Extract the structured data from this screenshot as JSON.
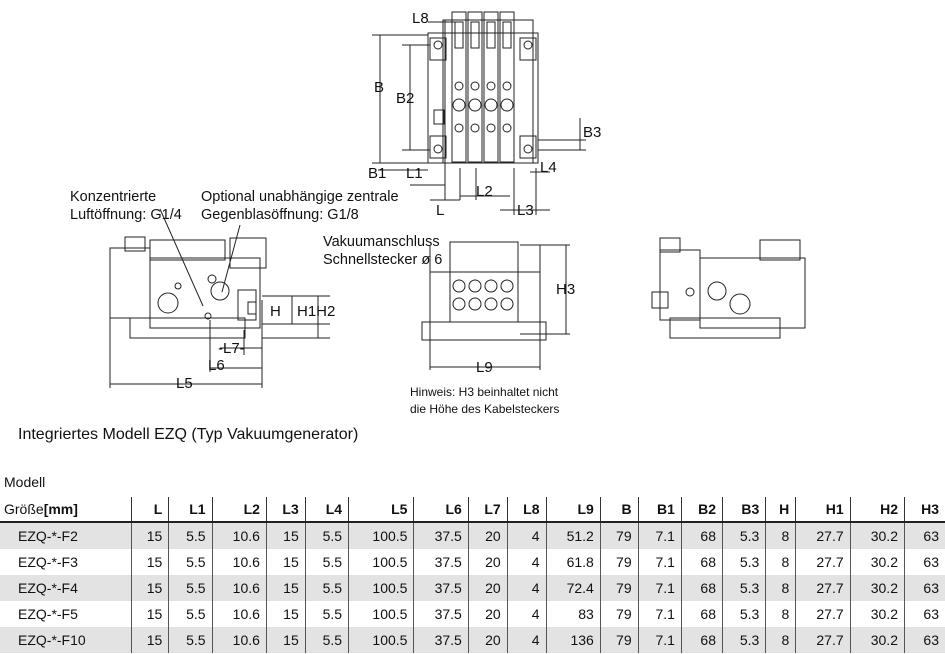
{
  "drawing": {
    "dims": {
      "L8": "L8",
      "B": "B",
      "B2": "B2",
      "B1": "B1",
      "B3": "B3",
      "L1": "L1",
      "L2": "L2",
      "L3": "L3",
      "L4": "L4",
      "L": "L",
      "H": "H",
      "H1H2": "H1H2",
      "L7": "-L7-",
      "L6": "L6",
      "L5": "L5",
      "H3": "H3",
      "L9": "L9"
    },
    "callout_left_1": "Konzentrierte",
    "callout_left_2": "Luftöffnung: G1/4",
    "callout_right_1": "Optional unabhängige zentrale",
    "callout_right_2": "Gegenblasöffnung: G1/8",
    "callout_vac_1": "Vakuumanschluss",
    "callout_vac_2": "Schnellstecker ø 6",
    "note_1": "Hinweis: H3 beinhaltet nicht",
    "note_2": "die Höhe des Kabelsteckers"
  },
  "title": "Integriertes Modell EZQ (Typ Vakuumgenerator)",
  "model_label": "Modell",
  "table": {
    "size_label": "Größe",
    "unit_label": "[mm]",
    "headers": [
      "L",
      "L1",
      "L2",
      "L3",
      "L4",
      "L5",
      "L6",
      "L7",
      "L8",
      "L9",
      "B",
      "B1",
      "B2",
      "B3",
      "H",
      "H1",
      "H2",
      "H3"
    ],
    "rows": [
      {
        "model": "EZQ-*-F2",
        "values": [
          "15",
          "5.5",
          "10.6",
          "15",
          "5.5",
          "100.5",
          "37.5",
          "20",
          "4",
          "51.2",
          "79",
          "7.1",
          "68",
          "5.3",
          "8",
          "27.7",
          "30.2",
          "63"
        ]
      },
      {
        "model": "EZQ-*-F3",
        "values": [
          "15",
          "5.5",
          "10.6",
          "15",
          "5.5",
          "100.5",
          "37.5",
          "20",
          "4",
          "61.8",
          "79",
          "7.1",
          "68",
          "5.3",
          "8",
          "27.7",
          "30.2",
          "63"
        ]
      },
      {
        "model": "EZQ-*-F4",
        "values": [
          "15",
          "5.5",
          "10.6",
          "15",
          "5.5",
          "100.5",
          "37.5",
          "20",
          "4",
          "72.4",
          "79",
          "7.1",
          "68",
          "5.3",
          "8",
          "27.7",
          "30.2",
          "63"
        ]
      },
      {
        "model": "EZQ-*-F5",
        "values": [
          "15",
          "5.5",
          "10.6",
          "15",
          "5.5",
          "100.5",
          "37.5",
          "20",
          "4",
          "83",
          "79",
          "7.1",
          "68",
          "5.3",
          "8",
          "27.7",
          "30.2",
          "63"
        ]
      },
      {
        "model": "EZQ-*-F10",
        "values": [
          "15",
          "5.5",
          "10.6",
          "15",
          "5.5",
          "100.5",
          "37.5",
          "20",
          "4",
          "136",
          "79",
          "7.1",
          "68",
          "5.3",
          "8",
          "27.7",
          "30.2",
          "63"
        ]
      }
    ]
  }
}
